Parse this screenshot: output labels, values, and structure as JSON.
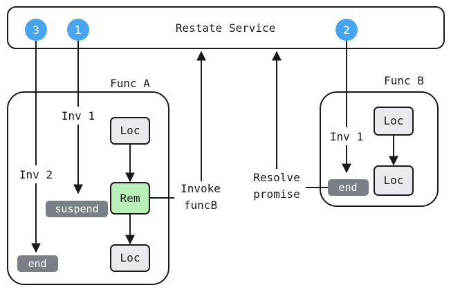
{
  "service": {
    "title": "Restate Service"
  },
  "badges": [
    "3",
    "1",
    "2"
  ],
  "func_a": {
    "title": "Func A",
    "inv1_label": "Inv 1",
    "inv2_label": "Inv 2",
    "suspend_label": "suspend",
    "end_label": "end",
    "loc_top": "Loc",
    "rem": "Rem",
    "loc_bottom": "Loc"
  },
  "func_b": {
    "title": "Func B",
    "inv1_label": "Inv 1",
    "end_label": "end",
    "loc_top": "Loc",
    "loc_bottom": "Loc"
  },
  "arrows": {
    "invoke_line1": "Invoke",
    "invoke_line2": "funcB",
    "resolve_line1": "Resolve",
    "resolve_line2": "promise"
  },
  "colors": {
    "badge": "#47a4ee",
    "pill": "#7a7e85",
    "loc_fill": "#e9eaed",
    "rem_fill": "#b9f0b9",
    "stroke": "#1a1a1a"
  }
}
